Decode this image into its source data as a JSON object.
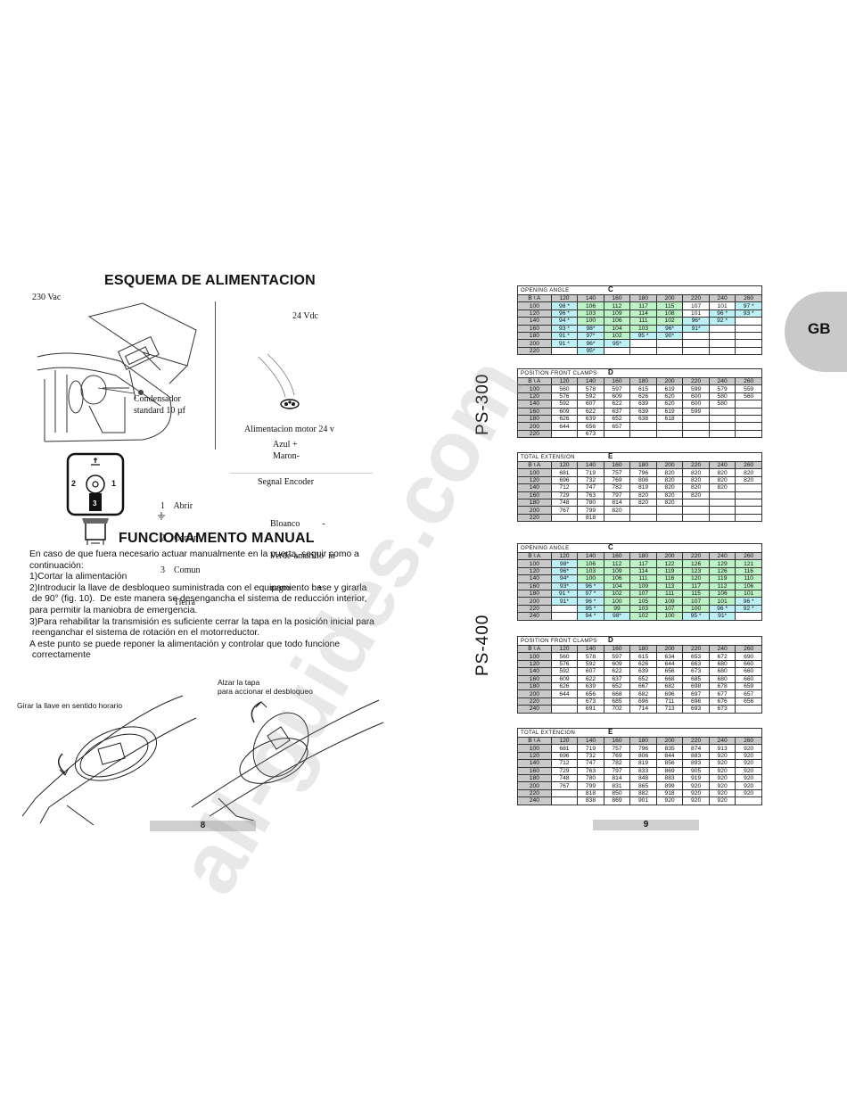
{
  "left": {
    "title_power": "ESQUEMA DE ALIMENTACION",
    "vac": "230 Vac",
    "condensador": [
      "Condensador",
      "standard  10 µf"
    ],
    "vdc": "24 Vdc",
    "motor_label": "Alimentacion motor  24 v",
    "motor_wires": [
      "Azul +",
      "Maron-"
    ],
    "encoder_label": "Segnal  Encoder",
    "encoder_wires": [
      "Bloanco          -",
      "Verde-amarillo  in",
      "negro            +"
    ],
    "connector_pins": [
      "1    Abrir",
      "2    Cerrar",
      "3    Comun",
      "      Tierra"
    ],
    "connector_marks": {
      "p2": "2",
      "p1": "1",
      "p3": "3"
    },
    "title_manual": "FUNCIONAMENTO MANUAL",
    "paragraphs": [
      "En caso de que fuera necesario actuar manualmente en la puerta, seguir como a",
      "continuación:",
      "",
      "1)Cortar la alimentación",
      "2)Introducir la llave de desbloqueo suministrada con el equipamiento base y girarla",
      " de 90° (fig. 10).  De este manera se desengancha el sistema de reducción interior,",
      "para permitir la maniobra de emergencia.",
      "3)Para rehabilitar la transmisión es suficiente cerrar la tapa en la posición inicial para",
      " reenganchar el sistema de rotación en el motorreductor.",
      "A este punto se puede reponer la alimentación y controlar que todo funcione",
      " correctamente"
    ],
    "caption_left": "Girar la llave en sentido horario",
    "caption_right": [
      "Alzar la tapa",
      "para accionar el desbloqueo"
    ],
    "page_number": "8"
  },
  "right": {
    "gb": "GB",
    "model_a": "PS-300",
    "model_b": "PS-400",
    "page_number": "9",
    "watermark": "all-guides.com",
    "tables": [
      {
        "title": "OPENING ANGLE",
        "letter": "C",
        "header": [
          "B  \\  A",
          "120",
          "140",
          "160",
          "180",
          "200",
          "220",
          "240",
          "260"
        ],
        "rows": [
          [
            "100",
            "98 *",
            "106",
            "112",
            "117",
            "115",
            "107",
            "101",
            "97 *"
          ],
          [
            "120",
            "96 *",
            "103",
            "109",
            "114",
            "108",
            "101",
            "96 *",
            "93 *"
          ],
          [
            "140",
            "94 *",
            "100",
            "106",
            "111",
            "102",
            "96*",
            "92 *",
            ""
          ],
          [
            "160",
            "93 *",
            "98*",
            "104",
            "103",
            "96*",
            "91*",
            "",
            ""
          ],
          [
            "180",
            "91 *",
            "97*",
            "102",
            "95 *",
            "90*",
            "",
            "",
            ""
          ],
          [
            "200",
            "91 *",
            "96*",
            "95*",
            "",
            "",
            "",
            "",
            ""
          ],
          [
            "220",
            "",
            "95*",
            "",
            "",
            "",
            "",
            "",
            ""
          ]
        ],
        "colors": [
          [
            "c",
            "g",
            "g",
            "g",
            "g",
            "w",
            "w",
            "c"
          ],
          [
            "c",
            "g",
            "g",
            "g",
            "g",
            "w",
            "c",
            "c"
          ],
          [
            "c",
            "g",
            "g",
            "g",
            "g",
            "c",
            "c",
            "w"
          ],
          [
            "c",
            "c",
            "g",
            "g",
            "c",
            "c",
            "w",
            "w"
          ],
          [
            "c",
            "c",
            "g",
            "c",
            "c",
            "w",
            "w",
            "w"
          ],
          [
            "c",
            "c",
            "c",
            "w",
            "w",
            "w",
            "w",
            "w"
          ],
          [
            "w",
            "c",
            "w",
            "w",
            "w",
            "w",
            "w",
            "w"
          ]
        ]
      },
      {
        "title": "POSITION FRONT CLAMPS",
        "letter": "D",
        "header": [
          "B  \\  A",
          "120",
          "140",
          "160",
          "180",
          "200",
          "220",
          "240",
          "260"
        ],
        "rows": [
          [
            "100",
            "560",
            "578",
            "597",
            "615",
            "619",
            "599",
            "579",
            "559"
          ],
          [
            "120",
            "576",
            "592",
            "609",
            "626",
            "620",
            "600",
            "580",
            "560"
          ],
          [
            "140",
            "592",
            "607",
            "622",
            "639",
            "620",
            "600",
            "580",
            ""
          ],
          [
            "160",
            "609",
            "622",
            "637",
            "639",
            "619",
            "599",
            "",
            ""
          ],
          [
            "180",
            "626",
            "639",
            "652",
            "638",
            "618",
            "",
            "",
            ""
          ],
          [
            "200",
            "644",
            "656",
            "657",
            "",
            "",
            "",
            "",
            ""
          ],
          [
            "220",
            "",
            "673",
            "",
            "",
            "",
            "",
            "",
            ""
          ]
        ]
      },
      {
        "title": "TOTAL EXTENSION",
        "letter": "E",
        "header": [
          "B  \\  A",
          "120",
          "140",
          "160",
          "180",
          "200",
          "220",
          "240",
          "260"
        ],
        "rows": [
          [
            "100",
            "681",
            "719",
            "757",
            "796",
            "820",
            "820",
            "820",
            "820"
          ],
          [
            "120",
            "696",
            "732",
            "769",
            "806",
            "820",
            "820",
            "820",
            "820"
          ],
          [
            "140",
            "712",
            "747",
            "782",
            "819",
            "820",
            "820",
            "820",
            ""
          ],
          [
            "160",
            "729",
            "763",
            "797",
            "820",
            "820",
            "820",
            "",
            ""
          ],
          [
            "180",
            "748",
            "780",
            "814",
            "820",
            "820",
            "",
            "",
            ""
          ],
          [
            "200",
            "767",
            "799",
            "820",
            "",
            "",
            "",
            "",
            ""
          ],
          [
            "220",
            "",
            "818",
            "",
            "",
            "",
            "",
            "",
            ""
          ]
        ]
      },
      {
        "title": "OPENING ANGLE",
        "letter": "C",
        "header": [
          "B  \\  A",
          "120",
          "140",
          "160",
          "180",
          "200",
          "220",
          "240",
          "260"
        ],
        "rows": [
          [
            "100",
            "98*",
            "106",
            "112",
            "117",
            "122",
            "126",
            "129",
            "121"
          ],
          [
            "120",
            "96*",
            "103",
            "109",
            "114",
            "119",
            "123",
            "126",
            "116"
          ],
          [
            "140",
            "94*",
            "100",
            "106",
            "111",
            "116",
            "120",
            "119",
            "110"
          ],
          [
            "160",
            "93*",
            "96 *",
            "104",
            "109",
            "113",
            "117",
            "112",
            "106"
          ],
          [
            "180",
            "91 *",
            "97 *",
            "102",
            "107",
            "111",
            "115",
            "106",
            "101"
          ],
          [
            "200",
            "91*",
            "96 *",
            "100",
            "105",
            "109",
            "107",
            "101",
            "96 *"
          ],
          [
            "220",
            "",
            "95 *",
            "99",
            "103",
            "107",
            "100",
            "96 *",
            "92 *"
          ],
          [
            "240",
            "",
            "94 *",
            "98*",
            "102",
            "100",
            "95 *",
            "91*",
            ""
          ]
        ],
        "colors": [
          [
            "c",
            "g",
            "g",
            "g",
            "g",
            "g",
            "g",
            "g"
          ],
          [
            "c",
            "g",
            "g",
            "g",
            "g",
            "g",
            "g",
            "g"
          ],
          [
            "c",
            "g",
            "g",
            "g",
            "g",
            "g",
            "g",
            "g"
          ],
          [
            "c",
            "c",
            "g",
            "g",
            "g",
            "g",
            "g",
            "g"
          ],
          [
            "c",
            "c",
            "g",
            "g",
            "g",
            "g",
            "g",
            "g"
          ],
          [
            "c",
            "c",
            "g",
            "g",
            "g",
            "g",
            "g",
            "c"
          ],
          [
            "w",
            "c",
            "g",
            "g",
            "g",
            "g",
            "c",
            "c"
          ],
          [
            "w",
            "c",
            "c",
            "g",
            "g",
            "c",
            "c",
            "w"
          ]
        ]
      },
      {
        "title": "POSITION FRONT CLAMPS",
        "letter": "D",
        "header": [
          "B  \\  A",
          "120",
          "140",
          "160",
          "180",
          "200",
          "220",
          "240",
          "260"
        ],
        "rows": [
          [
            "100",
            "560",
            "578",
            "597",
            "615",
            "634",
            "653",
            "672",
            "690"
          ],
          [
            "120",
            "576",
            "592",
            "609",
            "626",
            "644",
            "663",
            "680",
            "660"
          ],
          [
            "140",
            "592",
            "607",
            "622",
            "639",
            "656",
            "673",
            "680",
            "660"
          ],
          [
            "160",
            "609",
            "622",
            "637",
            "652",
            "668",
            "685",
            "680",
            "660"
          ],
          [
            "180",
            "626",
            "639",
            "652",
            "667",
            "682",
            "698",
            "678",
            "659"
          ],
          [
            "200",
            "644",
            "656",
            "668",
            "682",
            "696",
            "697",
            "677",
            "657"
          ],
          [
            "220",
            "",
            "673",
            "685",
            "696",
            "711",
            "696",
            "676",
            "656"
          ],
          [
            "240",
            "",
            "691",
            "702",
            "714",
            "713",
            "693",
            "673",
            ""
          ]
        ]
      },
      {
        "title": "TOTAL EXTENCION",
        "letter": "E",
        "header": [
          "B  \\  A",
          "120",
          "140",
          "160",
          "180",
          "200",
          "220",
          "240",
          "260"
        ],
        "rows": [
          [
            "100",
            "681",
            "719",
            "757",
            "796",
            "835",
            "874",
            "913",
            "920"
          ],
          [
            "120",
            "696",
            "732",
            "769",
            "806",
            "844",
            "883",
            "920",
            "920"
          ],
          [
            "140",
            "712",
            "747",
            "782",
            "819",
            "856",
            "893",
            "920",
            "920"
          ],
          [
            "160",
            "729",
            "763",
            "797",
            "833",
            "869",
            "905",
            "920",
            "920"
          ],
          [
            "180",
            "748",
            "780",
            "814",
            "848",
            "883",
            "919",
            "920",
            "920"
          ],
          [
            "200",
            "767",
            "799",
            "831",
            "865",
            "899",
            "920",
            "920",
            "920"
          ],
          [
            "220",
            "",
            "818",
            "850",
            "882",
            "918",
            "920",
            "920",
            "920"
          ],
          [
            "240",
            "",
            "838",
            "869",
            "901",
            "920",
            "920",
            "920",
            ""
          ]
        ]
      }
    ]
  }
}
